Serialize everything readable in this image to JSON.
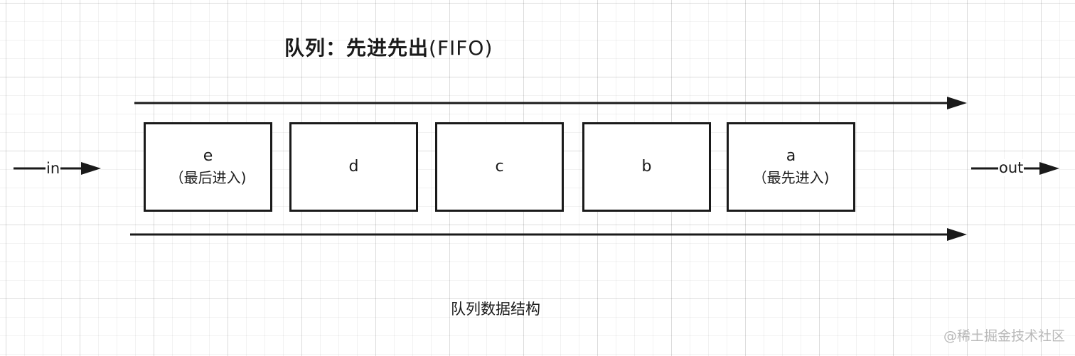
{
  "diagram": {
    "title_main": "队列：先进先出",
    "title_suffix": "(FIFO)",
    "input_label": "in",
    "output_label": "out",
    "caption": "队列数据结构",
    "watermark": "@稀土掘金技术社区",
    "line_color": "#1a1a1a",
    "grid_color": "#e6e6e6",
    "boxes": [
      {
        "label": "e",
        "note": "（最后进入)"
      },
      {
        "label": "d",
        "note": ""
      },
      {
        "label": "c",
        "note": ""
      },
      {
        "label": "b",
        "note": ""
      },
      {
        "label": "a",
        "note": "（最先进入)"
      }
    ]
  }
}
